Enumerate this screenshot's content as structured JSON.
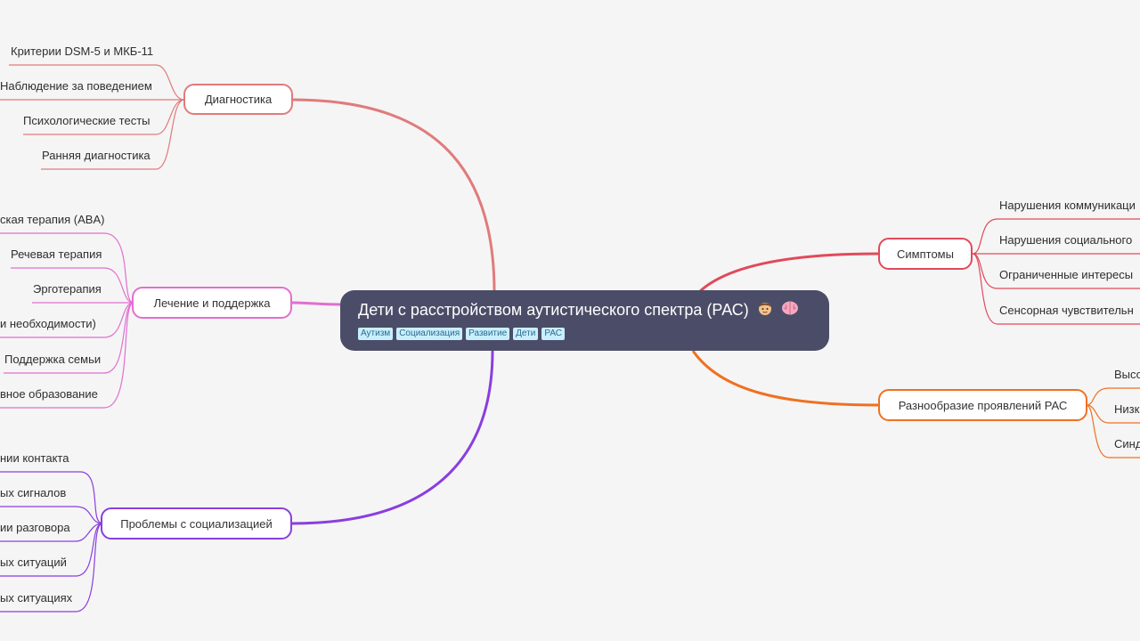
{
  "central": {
    "title": "Дети с расстройством аутистического спектра (РАС)",
    "emoji_icons": [
      "boy-face-icon",
      "brain-icon"
    ],
    "tags": [
      "Аутизм",
      "Социализация",
      "Развитие",
      "Дети",
      "РАС"
    ]
  },
  "colors": {
    "central_bg": "#4b4d68",
    "diagnostics": "#e07b7b",
    "treatment": "#e06fd0",
    "socialization": "#8a3ee0",
    "symptoms": "#e04a5a",
    "variety": "#f07020"
  },
  "branches": {
    "diagnostics": {
      "label": "Диагностика",
      "items": [
        "Критерии DSM-5 и МКБ-11",
        "Наблюдение за поведением",
        "Психологические тесты",
        "Ранняя диагностика"
      ]
    },
    "treatment": {
      "label": "Лечение и поддержка",
      "items": [
        "ская терапия (ABA)",
        "Речевая терапия",
        "Эрготерапия",
        "и необходимости)",
        "Поддержка семьи",
        "вное образование"
      ]
    },
    "socialization": {
      "label": "Проблемы с социализацией",
      "items": [
        "нии контакта",
        "ых сигналов",
        "ии разговора",
        "ых ситуаций",
        "ых ситуациях"
      ]
    },
    "symptoms": {
      "label": "Симптомы",
      "items": [
        "Нарушения коммуникаци",
        "Нарушения социального",
        "Ограниченные интересы",
        "Сенсорная чувствительн"
      ]
    },
    "variety": {
      "label": "Разнообразие проявлений РАС",
      "items": [
        "Высо",
        "Низк",
        "Синд"
      ]
    }
  }
}
